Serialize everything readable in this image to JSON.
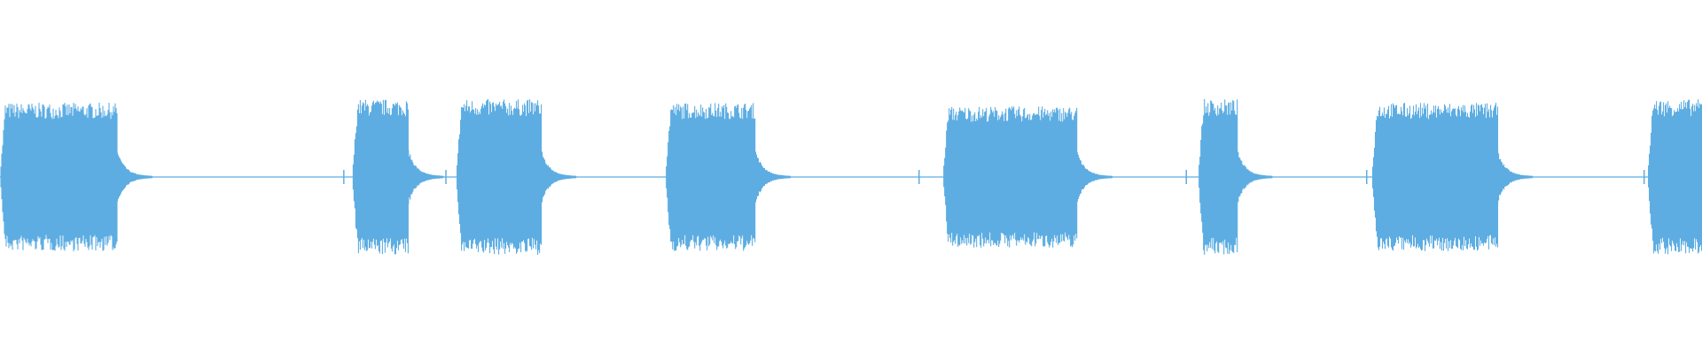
{
  "chart_data": {
    "type": "waveform",
    "color": "#5dade2",
    "background": "#ffffff",
    "amplitude_range": [
      -1,
      1
    ],
    "baseline_amplitude": 0.005,
    "bursts_percent_of_duration": [
      {
        "start": 0.0,
        "end": 6.9,
        "peak": 0.42
      },
      {
        "start": 20.7,
        "end": 24.0,
        "peak": 0.44
      },
      {
        "start": 26.8,
        "end": 31.8,
        "peak": 0.44
      },
      {
        "start": 39.1,
        "end": 44.4,
        "peak": 0.42
      },
      {
        "start": 55.4,
        "end": 63.3,
        "peak": 0.4
      },
      {
        "start": 70.4,
        "end": 72.7,
        "peak": 0.44
      },
      {
        "start": 80.6,
        "end": 88.0,
        "peak": 0.42
      },
      {
        "start": 96.8,
        "end": 100.0,
        "peak": 0.44
      }
    ],
    "clicks_percent_of_duration": [
      20.2,
      26.2,
      54.0,
      69.7,
      73.1,
      80.3,
      96.6
    ]
  }
}
